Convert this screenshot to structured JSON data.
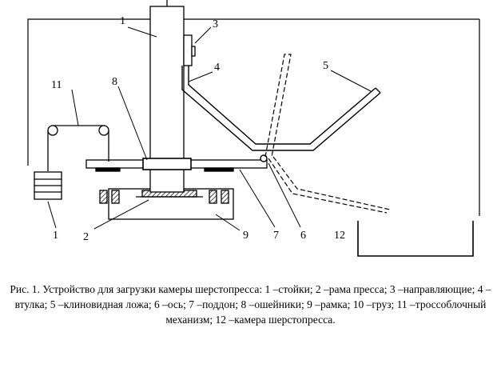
{
  "labels": {
    "l1_top": "1",
    "l1_left": "1",
    "l2": "2",
    "l3": "3",
    "l4": "4",
    "l5": "5",
    "l6": "6",
    "l7": "7",
    "l8": "8",
    "l9": "9",
    "l11": "11",
    "l12": "12"
  },
  "caption": "Рис. 1. Устройство для загрузки камеры шерстопресса:  1 –стойки;  2 –рама пресса;  3 –направляющие;  4 –втулка;  5 –клиновидная ложа;  6 –ось;  7 –поддон;  8 –ошейники;  9 –рамка;  10 –груз;  11 –троссоблочный механизм;  12 –камера шерстопресса."
}
